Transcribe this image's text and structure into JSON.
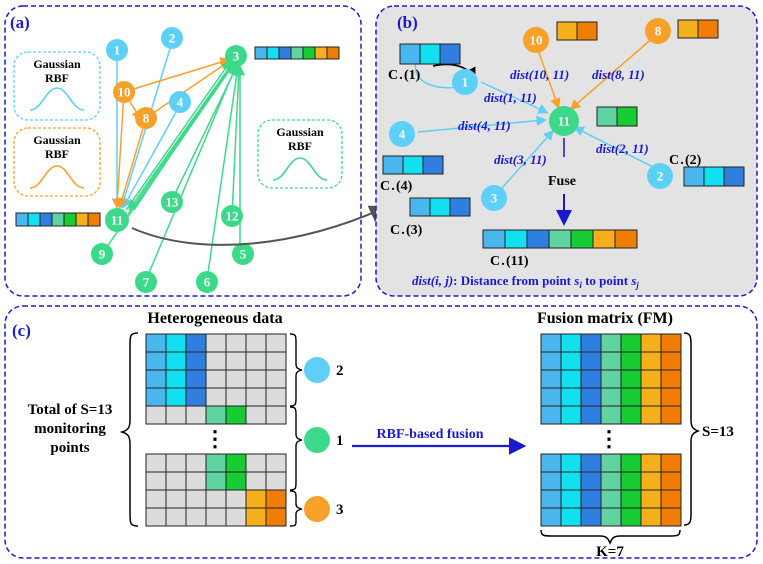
{
  "panels": {
    "a": {
      "label": "(a)"
    },
    "b": {
      "label": "(b)"
    },
    "c": {
      "label": "(c)"
    }
  },
  "colors": {
    "cyan": "#5ecff7",
    "green": "#3dd98a",
    "orange": "#f7a12a",
    "blue": "#1a1acc",
    "grey_panel": "#e3e3e3",
    "cell_grey": "#dcdcdc"
  },
  "palette_full": [
    "#49b7ee",
    "#11e0f0",
    "#2f7fe0",
    "#5fd4a0",
    "#18cc33",
    "#f5b01c",
    "#f07d05"
  ],
  "panel_a": {
    "rbf_labels": [
      {
        "line1": "Gaussian",
        "line2": "RBF"
      },
      {
        "line1": "Gaussian",
        "line2": "RBF"
      },
      {
        "line1": "Gaussian",
        "line2": "RBF"
      }
    ],
    "nodes": [
      {
        "id": "1",
        "group": "cyan"
      },
      {
        "id": "2",
        "group": "cyan"
      },
      {
        "id": "3",
        "group": "green"
      },
      {
        "id": "4",
        "group": "cyan"
      },
      {
        "id": "5",
        "group": "green"
      },
      {
        "id": "6",
        "group": "green"
      },
      {
        "id": "7",
        "group": "green"
      },
      {
        "id": "8",
        "group": "orange"
      },
      {
        "id": "9",
        "group": "green"
      },
      {
        "id": "10",
        "group": "orange"
      },
      {
        "id": "11",
        "group": "green"
      },
      {
        "id": "12",
        "group": "green"
      },
      {
        "id": "13",
        "group": "green"
      }
    ]
  },
  "panel_b": {
    "nodes": [
      {
        "id": "1",
        "group": "cyan"
      },
      {
        "id": "10",
        "group": "orange"
      },
      {
        "id": "8",
        "group": "orange"
      },
      {
        "id": "11",
        "group": "green"
      },
      {
        "id": "4",
        "group": "cyan"
      },
      {
        "id": "2",
        "group": "cyan"
      },
      {
        "id": "3",
        "group": "cyan"
      }
    ],
    "dist_labels": [
      "dist(10, 11)",
      "dist(8, 11)",
      "dist(1, 11)",
      "dist(4, 11)",
      "dist(3, 11)",
      "dist(2, 11)"
    ],
    "c_labels": [
      "C . (1)",
      "C . (2)",
      "C . (4)",
      "C . (3)",
      "C . (11)"
    ],
    "fuse_label": "Fuse",
    "caption_prefix": "dist(i, j)",
    "caption_text": ": Distance from point ",
    "caption_si": "s",
    "caption_si_sub": "i",
    "caption_mid": " to point ",
    "caption_sj": "s",
    "caption_sj_sub": "j"
  },
  "panel_c": {
    "hetero_title": "Heterogeneous data",
    "fm_title": "Fusion matrix (FM)",
    "total_lines": [
      "Total of S=13",
      "monitoring",
      "points"
    ],
    "group_counts": [
      "2",
      "1",
      "3"
    ],
    "arrow_label": "RBF-based fusion",
    "s_label": "S=13",
    "k_label": "K=7",
    "vdots": "⋮"
  }
}
